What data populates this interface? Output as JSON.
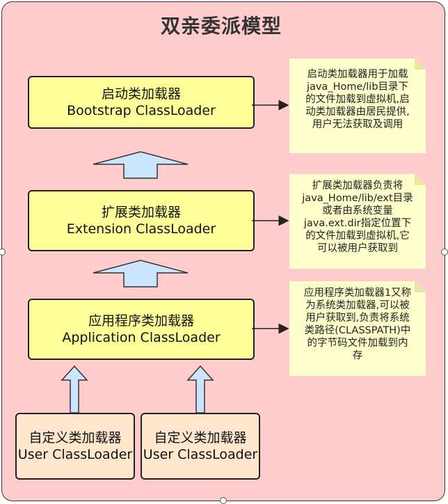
{
  "title": "双亲委派模型",
  "nodes": {
    "bootstrap": {
      "line1": "启动类加载器",
      "line2": "Bootstrap ClassLoader"
    },
    "extension": {
      "line1": "扩展类加载器",
      "line2": "Extension ClassLoader"
    },
    "application": {
      "line1": "应用程序类加载器",
      "line2": "Application ClassLoader"
    },
    "user1": {
      "line1": "自定义类加载器",
      "line2": "User ClassLoader"
    },
    "user2": {
      "line1": "自定义类加载器",
      "line2": "User ClassLoader"
    }
  },
  "notes": {
    "bootstrap": [
      "启动类加载器用于加载",
      "java_Home/lib目录下",
      "的文件加载到虚拟机,启",
      "动类加载器由居民提供,",
      "用户无法获取及调用"
    ],
    "extension": [
      "扩展类加载器负责将",
      "java_Home/lib/ext目录",
      "或者由系统变量",
      "java.ext.dir指定位置下",
      "的文件加载到虚拟机,它",
      "可以被用户获取到"
    ],
    "application": [
      "应用程序类加载器1又称",
      "为系统类加载器,可以被",
      "用户获取到,负责将系统",
      "类路径(CLASSPATH)中",
      "的字节码文件加载到内",
      "存"
    ]
  },
  "colors": {
    "background": "#ffcccc",
    "node_fill": "#ffff99",
    "user_node_fill": "#ffe6cc",
    "note_fill": "#ffffcc",
    "arrow_fill": "#cce5ff"
  }
}
